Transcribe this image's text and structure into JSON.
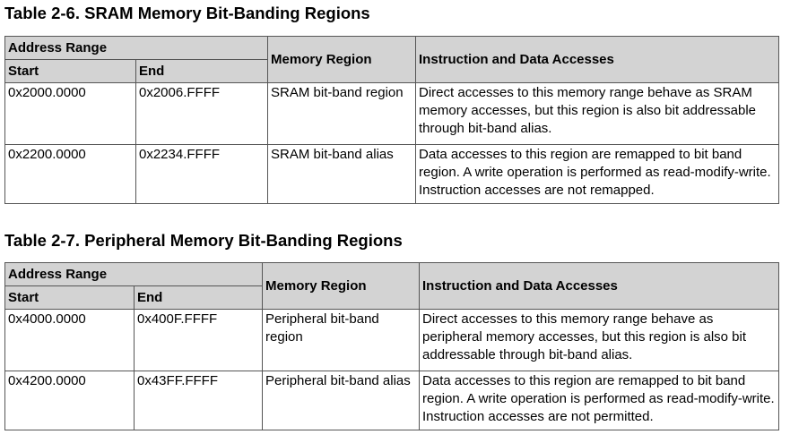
{
  "tables": [
    {
      "caption": "Table 2-6. SRAM Memory Bit-Banding Regions",
      "header": {
        "address_range": "Address Range",
        "start": "Start",
        "end": "End",
        "memory_region": "Memory Region",
        "accesses": "Instruction and Data Accesses"
      },
      "rows": [
        {
          "start": "0x2000.0000",
          "end": "0x2006.FFFF",
          "region": "SRAM bit-band region",
          "accesses": "Direct accesses to this memory range behave as SRAM memory accesses, but this region is also bit addressable through bit-band alias."
        },
        {
          "start": "0x2200.0000",
          "end": "0x2234.FFFF",
          "region": "SRAM bit-band alias",
          "accesses": "Data accesses to this region are remapped to bit band region. A write operation is performed as read-modify-write. Instruction accesses are not remapped."
        }
      ]
    },
    {
      "caption": "Table 2-7. Peripheral Memory Bit-Banding Regions",
      "header": {
        "address_range": "Address Range",
        "start": "Start",
        "end": "End",
        "memory_region": "Memory Region",
        "accesses": "Instruction and Data Accesses"
      },
      "rows": [
        {
          "start": "0x4000.0000",
          "end": "0x400F.FFFF",
          "region": "Peripheral bit-band region",
          "accesses": "Direct accesses to this memory range behave as peripheral memory accesses, but this region is also bit addressable through bit-band alias."
        },
        {
          "start": "0x4200.0000",
          "end": "0x43FF.FFFF",
          "region": "Peripheral bit-band alias",
          "accesses": "Data accesses to this region are remapped to bit band region. A write operation is performed as read-modify-write. Instruction accesses are not permitted."
        }
      ]
    }
  ]
}
